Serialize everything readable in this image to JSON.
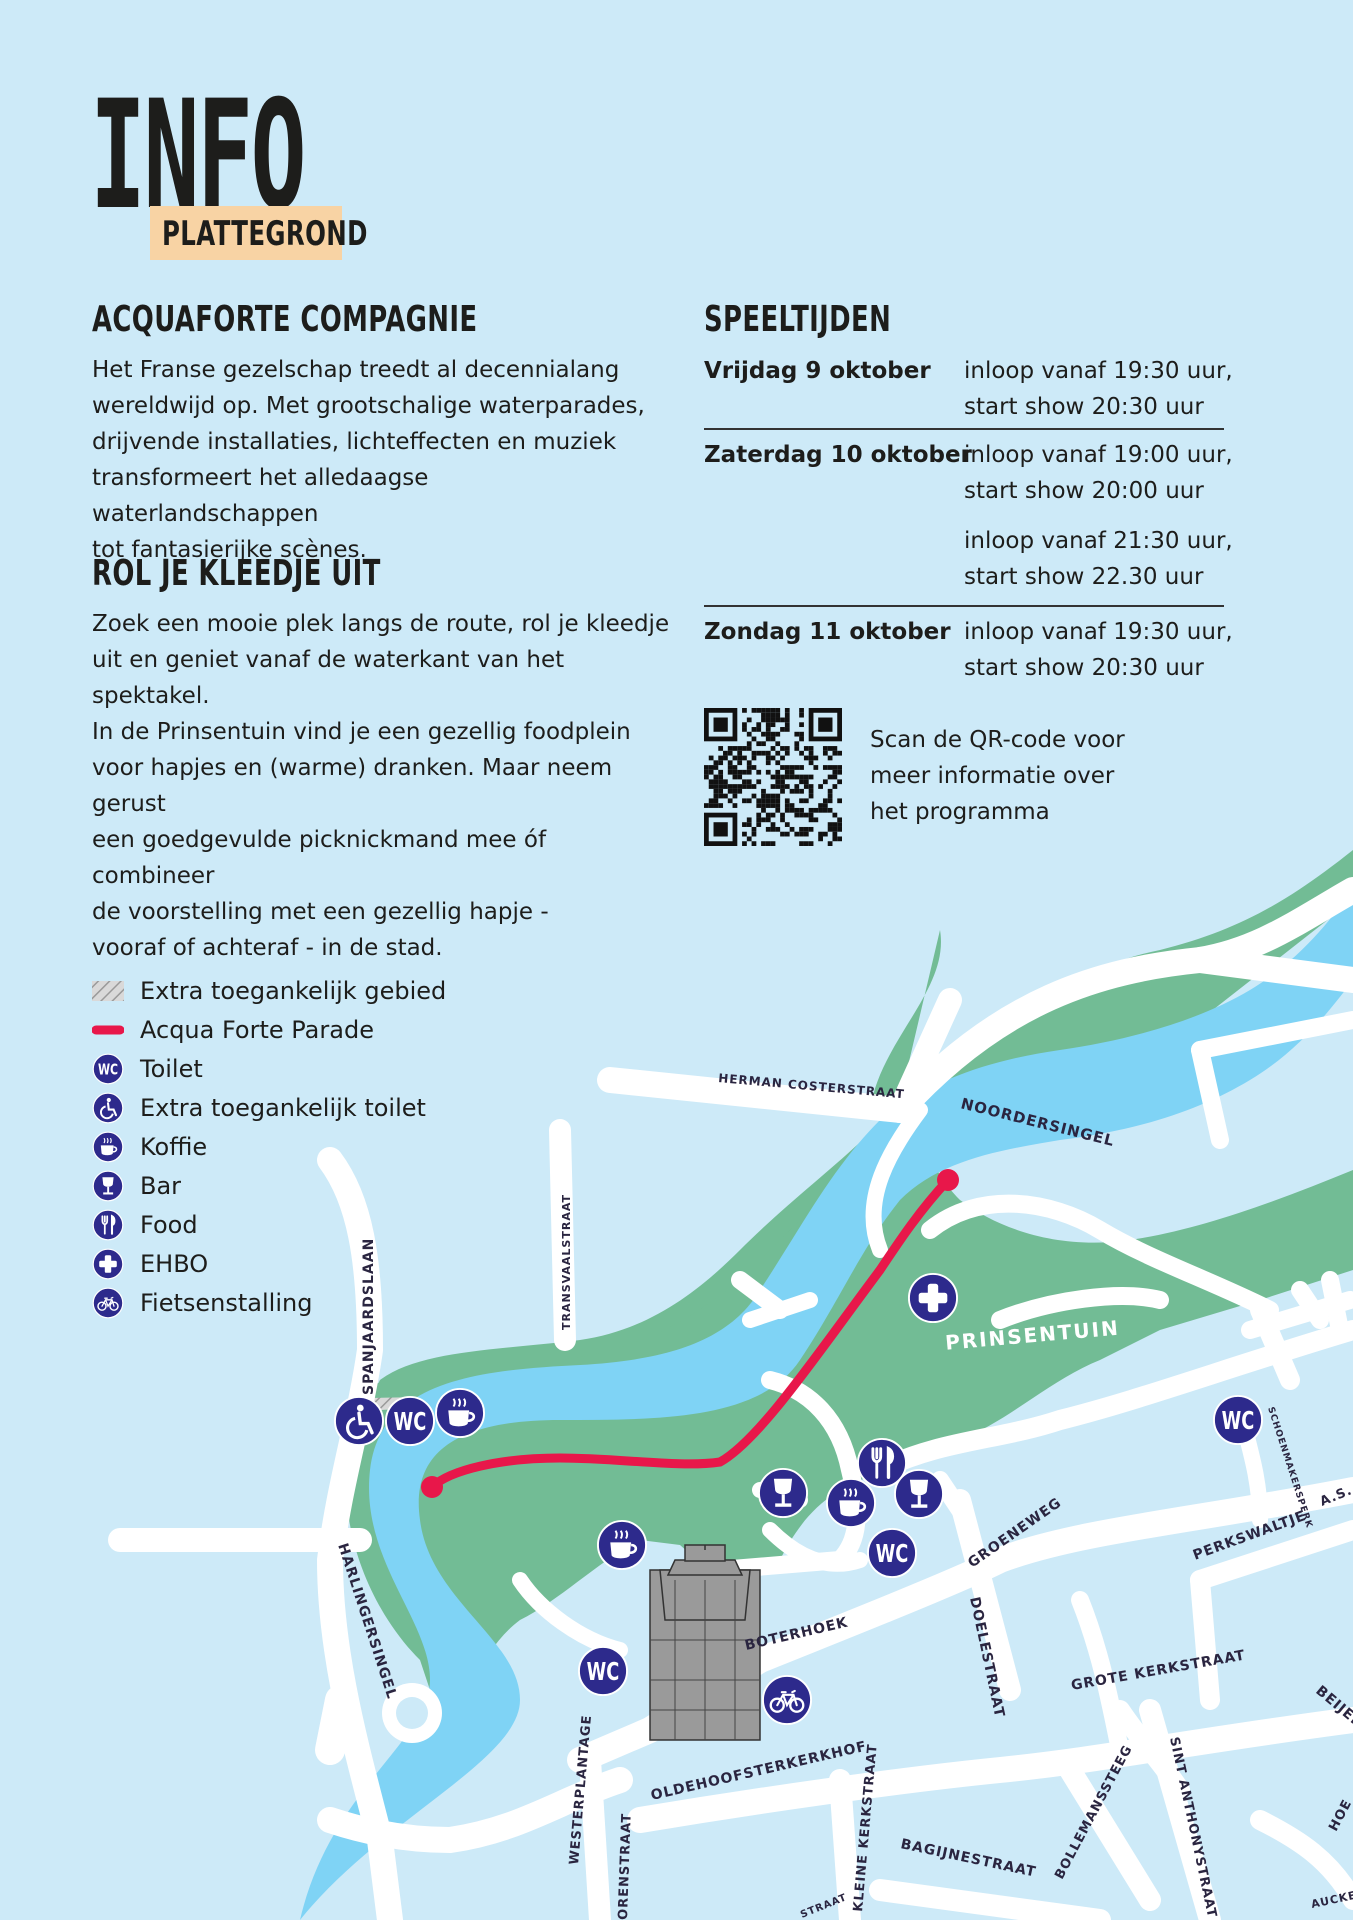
{
  "header": {
    "title": "INFO",
    "subtitle": "PLATTEGROND"
  },
  "about": {
    "heading": "ACQUAFORTE COMPAGNIE",
    "lines": [
      "Het Franse gezelschap treedt al decennialang",
      "wereldwijd op. Met grootschalige waterparades,",
      "drijvende installaties, lichteffecten en muziek",
      "transformeert het alledaagse waterlandschappen",
      "tot fantasierijke scènes."
    ]
  },
  "rollout": {
    "heading": "ROL JE KLEEDJE UIT",
    "lines": [
      "Zoek een mooie plek langs de route, rol je kleedje",
      "uit en geniet vanaf de waterkant van het spektakel.",
      "In de Prinsentuin vind je een gezellig foodplein",
      "voor hapjes en (warme) dranken. Maar neem gerust",
      "een goedgevulde picknickmand mee óf combineer",
      "de voorstelling met een gezellig hapje -",
      "vooraf of achteraf - in de stad."
    ]
  },
  "schedule": {
    "heading": "SPEELTIJDEN",
    "rows": [
      {
        "day": "Vrijdag 9 oktober",
        "line1": "inloop vanaf 19:30 uur,",
        "line2": "start show 20:30 uur"
      },
      {
        "day": "Zaterdag 10 oktober",
        "line1": "inloop vanaf 19:00 uur,",
        "line2": "start show 20:00 uur"
      },
      {
        "day": "",
        "line1": "inloop vanaf 21:30 uur,",
        "line2": "start show 22.30 uur"
      },
      {
        "day": "Zondag 11 oktober",
        "line1": "inloop vanaf 19:30 uur,",
        "line2": "start show 20:30 uur"
      }
    ]
  },
  "qr": {
    "lines": [
      "Scan de QR-code voor",
      "meer informatie over",
      "het programma"
    ]
  },
  "legend": [
    {
      "icon": "hatch-swatch",
      "label": "Extra toegankelijk gebied"
    },
    {
      "icon": "route-line",
      "label": "Acqua Forte Parade"
    },
    {
      "icon": "wc-icon",
      "label": "Toilet"
    },
    {
      "icon": "wheelchair-icon",
      "label": "Extra toegankelijk toilet"
    },
    {
      "icon": "coffee-icon",
      "label": "Koffie"
    },
    {
      "icon": "wine-glass-icon",
      "label": "Bar"
    },
    {
      "icon": "fork-knife-icon",
      "label": "Food"
    },
    {
      "icon": "first-aid-icon",
      "label": "EHBO"
    },
    {
      "icon": "bicycle-icon",
      "label": "Fietsenstalling"
    }
  ],
  "map": {
    "park_label": "PRINSENTUIN",
    "streets": {
      "herman": "HERMAN COSTERSTRAAT",
      "noorder": "NOORDERSINGEL",
      "transvaal": "TRANSVAALSTRAAT",
      "spanjaards": "SPANJAARDSLAAN",
      "harlinger": "HARLINGERSINGEL",
      "groeneweg": "GROENEWEG",
      "doele": "DOELESTRAAT",
      "boterhoek": "BOTERHOEK",
      "grotekerk": "GROTE KERKSTRAAT",
      "perkswaltje": "PERKSWALTJE",
      "schoenmakers": "SCHOENMAKERSPERK",
      "asl": "A.S. LE",
      "beijer": "BEIJER",
      "oldehoofster": "OLDEHOOFSTERKERKHOF",
      "westerplantage": "WESTERPLANTAGE",
      "oren": "ORENSTRAAT",
      "kleinekerk": "KLEINE KERKSTRAAT",
      "bagijne": "BAGIJNESTRAAT",
      "bollemans": "BOLLEMANSSTEEG",
      "sintanthony": "SINT ANTHONYSTRAAT",
      "hoe": "HOE",
      "auckem": "AUCKEM",
      "straat": "STRAAT"
    },
    "colors": {
      "water": "#7fd3f5",
      "park": "#72bc95",
      "route": "#e8174a",
      "icon": "#2d2a8c",
      "road": "#ffffff",
      "background": "#cdeaf8"
    },
    "wc_label": "WC"
  }
}
